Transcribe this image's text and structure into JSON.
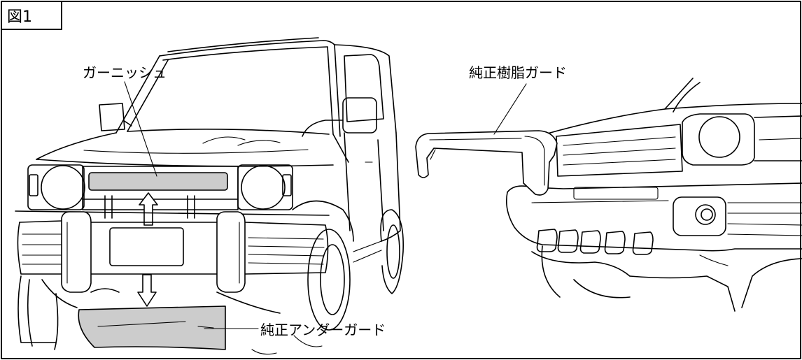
{
  "figure": {
    "label": "図1"
  },
  "callouts": {
    "garnish": "ガーニッシュ",
    "under_guard": "純正アンダーガード",
    "resin_guard": "純正樹脂ガード"
  },
  "colors": {
    "line": "#000000",
    "part_fill": "#cccccc",
    "background": "#ffffff"
  }
}
